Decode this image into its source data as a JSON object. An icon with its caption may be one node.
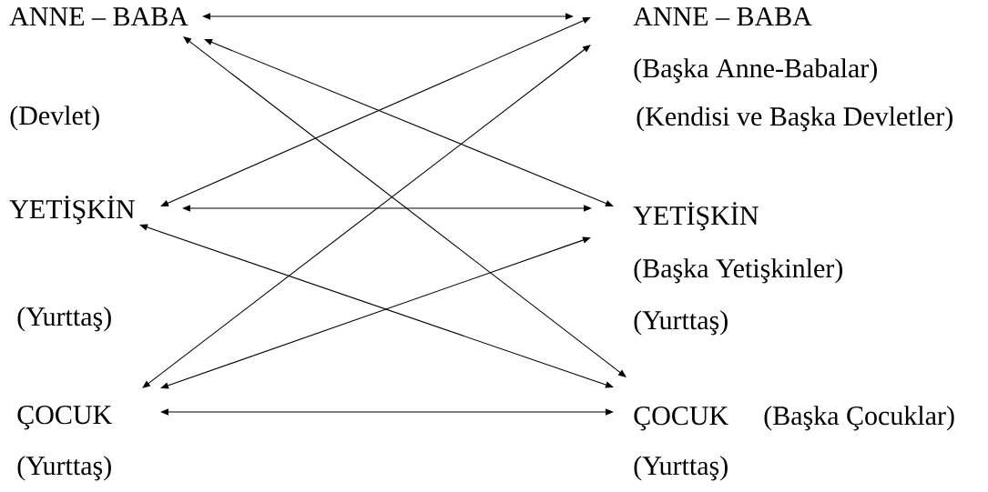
{
  "diagram": {
    "nodes": [
      {
        "text": [
          "ANNE – BABA",
          "(Devlet)"
        ]
      },
      {
        "text": [
          "YETİŞKİN",
          "(Yurttaş)"
        ]
      },
      {
        "text": [
          "ÇOCUK",
          "(Yurttaş)"
        ]
      },
      {
        "text": [
          "ANNE – BABA",
          "(Başka Anne-Babalar)",
          "(Kendisi ve Başka Devletler)"
        ]
      },
      {
        "text": [
          "YETİŞKİN",
          "(Başka Yetişkinler)",
          "(Yurttaş)"
        ]
      },
      {
        "text": [
          "ÇOCUK",
          "(Başka Çocuklar)",
          "(Yurttaş)"
        ]
      }
    ],
    "edges": [
      {
        "from": 0,
        "to": 3,
        "arrow": "both"
      },
      {
        "from": 1,
        "to": 3,
        "arrow": "both"
      },
      {
        "from": 2,
        "to": 3,
        "arrow": "both"
      },
      {
        "from": 0,
        "to": 4,
        "arrow": "both"
      },
      {
        "from": 0,
        "to": 5,
        "arrow": "both"
      },
      {
        "from": 1,
        "to": 4,
        "arrow": "both"
      },
      {
        "from": 1,
        "to": 5,
        "arrow": "both"
      },
      {
        "from": 2,
        "to": 4,
        "arrow": "both"
      },
      {
        "from": 2,
        "to": 5,
        "arrow": "both"
      }
    ]
  }
}
